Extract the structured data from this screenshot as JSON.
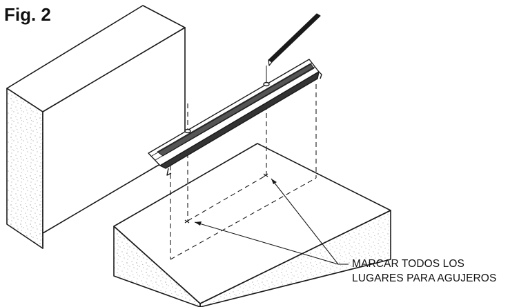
{
  "figure": {
    "label": "Fig. 2"
  },
  "callout": {
    "line1": "MARCAR TODOS LOS",
    "line2": "LUGARES PARA AGUJEROS"
  },
  "colors": {
    "ink": "#1a1a1a",
    "background": "#ffffff",
    "stipple": "#8a8a8a"
  },
  "icons": {
    "pencil": "pencil-icon",
    "mark": "x-mark-icon"
  }
}
